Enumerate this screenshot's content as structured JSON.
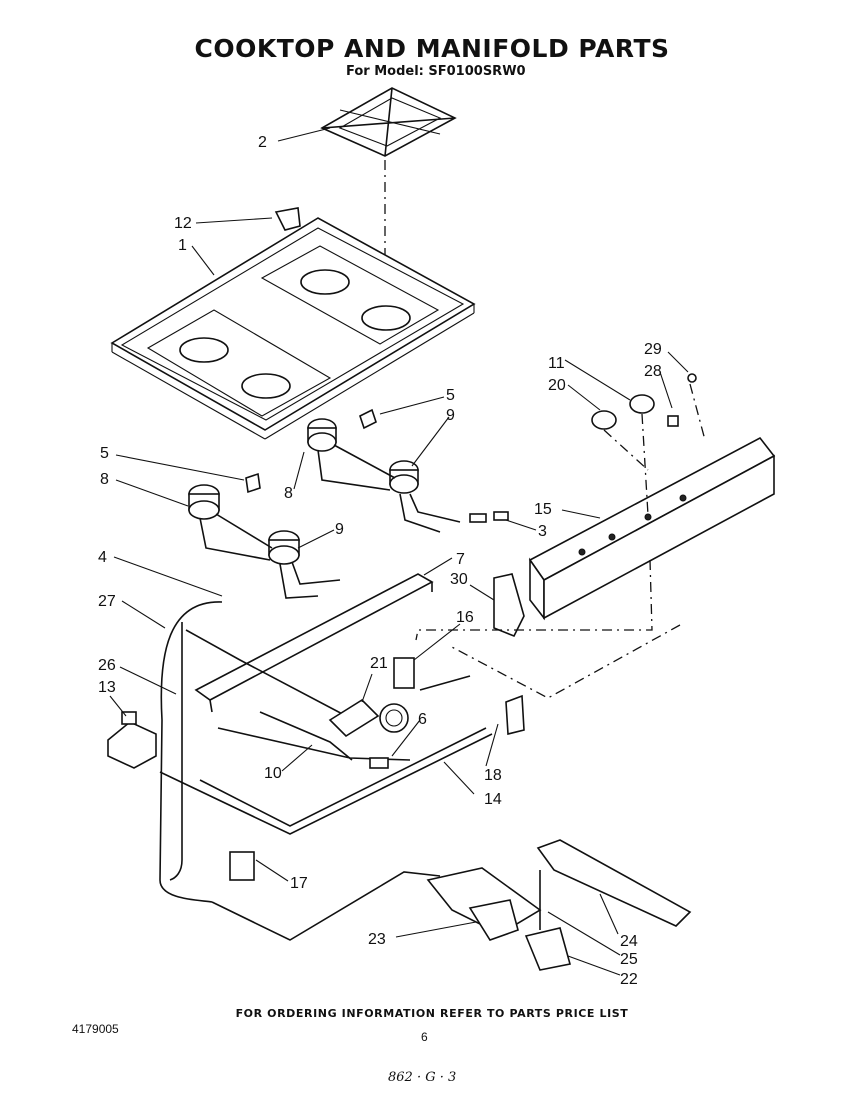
{
  "header": {
    "title": "COOKTOP AND MANIFOLD PARTS",
    "subtitle": "For Model: SF0100SRW0"
  },
  "footer": {
    "ordering_note": "FOR ORDERING INFORMATION REFER TO PARTS PRICE LIST",
    "document_number": "4179005",
    "page_number": "6",
    "handwritten_note": "862 · G · 3"
  },
  "callouts": [
    "1",
    "2",
    "3",
    "4",
    "5",
    "5",
    "6",
    "7",
    "8",
    "8",
    "9",
    "9",
    "10",
    "11",
    "12",
    "13",
    "14",
    "15",
    "16",
    "17",
    "18",
    "20",
    "21",
    "22",
    "23",
    "24",
    "25",
    "26",
    "27",
    "28",
    "29",
    "30"
  ]
}
